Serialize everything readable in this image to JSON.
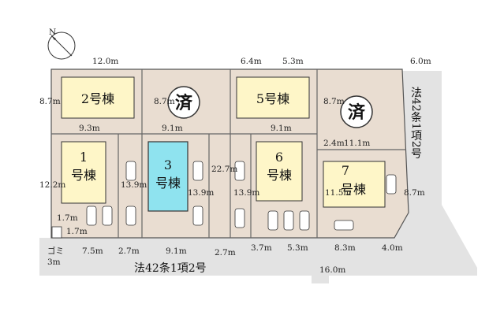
{
  "compass": {
    "label": "N"
  },
  "road": {
    "south_label": "法42条1項2号",
    "east_label": "法42条1項2号",
    "road_width": "6.0m",
    "street_south": "16.0m"
  },
  "lots": [
    {
      "id": "2",
      "name": "2号棟",
      "status": "available"
    },
    {
      "id": "sold-a",
      "status": "sold",
      "mark": "済"
    },
    {
      "id": "5",
      "name": "5号棟",
      "status": "available"
    },
    {
      "id": "sold-b",
      "status": "sold",
      "mark": "済"
    },
    {
      "id": "1",
      "num": "1",
      "name": "号棟",
      "status": "available"
    },
    {
      "id": "3",
      "num": "3",
      "name": "号棟",
      "status": "selected"
    },
    {
      "id": "6",
      "num": "6",
      "name": "号棟",
      "status": "available"
    },
    {
      "id": "7",
      "num": "7",
      "name": "号棟",
      "status": "available"
    }
  ],
  "dimensions": {
    "top_left_width": "12.0m",
    "top_mid_a": "6.4m",
    "top_mid_b": "5.3m",
    "lot2_depth": "8.7m",
    "lot2_bottom": "9.3m",
    "sold_a_depth": "8.7m",
    "sold_a_bottom": "9.1m",
    "lot5_bottom": "9.1m",
    "sold_b_depth": "8.7m",
    "lot1_depth": "12.2m",
    "lot1_path_a": "1.7m",
    "lot1_path_b": "1.7m",
    "lot3_passage_left": "13.9m",
    "lot3_passage_right": "13.9m",
    "lot3_right_depth": "22.7m",
    "lot6_passage": "13.9m",
    "lot7_small": "2.4m",
    "lot7_top": "11.1m",
    "lot7_inner": "11.5m",
    "lot7_right": "8.7m",
    "bottom_a": "7.5m",
    "bottom_b": "2.7m",
    "bottom_c": "9.1m",
    "bottom_d": "2.7m",
    "bottom_e": "3.7m",
    "bottom_f": "5.3m",
    "bottom_g": "8.3m",
    "corner_cut": "4.0m"
  },
  "garbage": {
    "label": "ゴミ",
    "size": "3m"
  },
  "colors": {
    "lot_fill": "#e9ddd1",
    "building_fill": "#fef6c8",
    "selected_fill": "#8fe3ef",
    "road_fill": "#e3e3e3",
    "outline": "#555555"
  }
}
